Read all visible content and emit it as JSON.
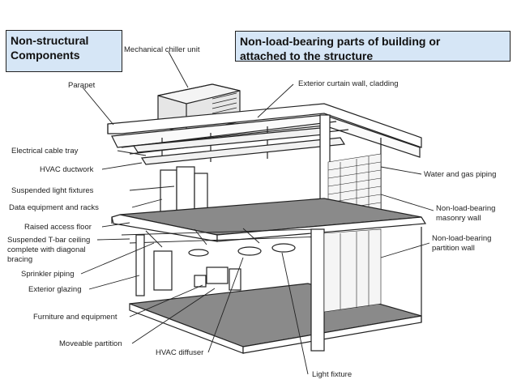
{
  "boxes": {
    "left": {
      "line1": "Non-structural",
      "line2": "Components"
    },
    "right": {
      "line1": "Non-load-bearing parts of building or",
      "line2": "attached to the structure"
    }
  },
  "labels": {
    "chiller": "Mechanical chiller unit",
    "parapet": "Parapet",
    "curtain_wall": "Exterior curtain wall, cladding",
    "cable_tray": "Electrical cable tray",
    "ductwork": "HVAC ductwork",
    "light_fixtures": "Suspended light fixtures",
    "data_equipment": "Data equipment and racks",
    "access_floor": "Raised access floor",
    "ceiling_1": "Suspended T-bar ceiling",
    "ceiling_2": "complete with diagonal",
    "ceiling_3": "bracing",
    "sprinkler": "Sprinkler piping",
    "glazing": "Exterior glazing",
    "furniture": "Furniture and equipment",
    "partition": "Moveable partition",
    "diffuser": "HVAC diffuser",
    "light_fixture": "Light fixture",
    "water_gas": "Water and gas piping",
    "masonry_1": "Non-load-bearing",
    "masonry_2": "masonry wall",
    "partition_wall_1": "Non-load-bearing",
    "partition_wall_2": "partition wall"
  },
  "colors": {
    "box_fill": "#d6e6f6",
    "line": "#222222",
    "floor_fill": "#8a8a8a"
  }
}
